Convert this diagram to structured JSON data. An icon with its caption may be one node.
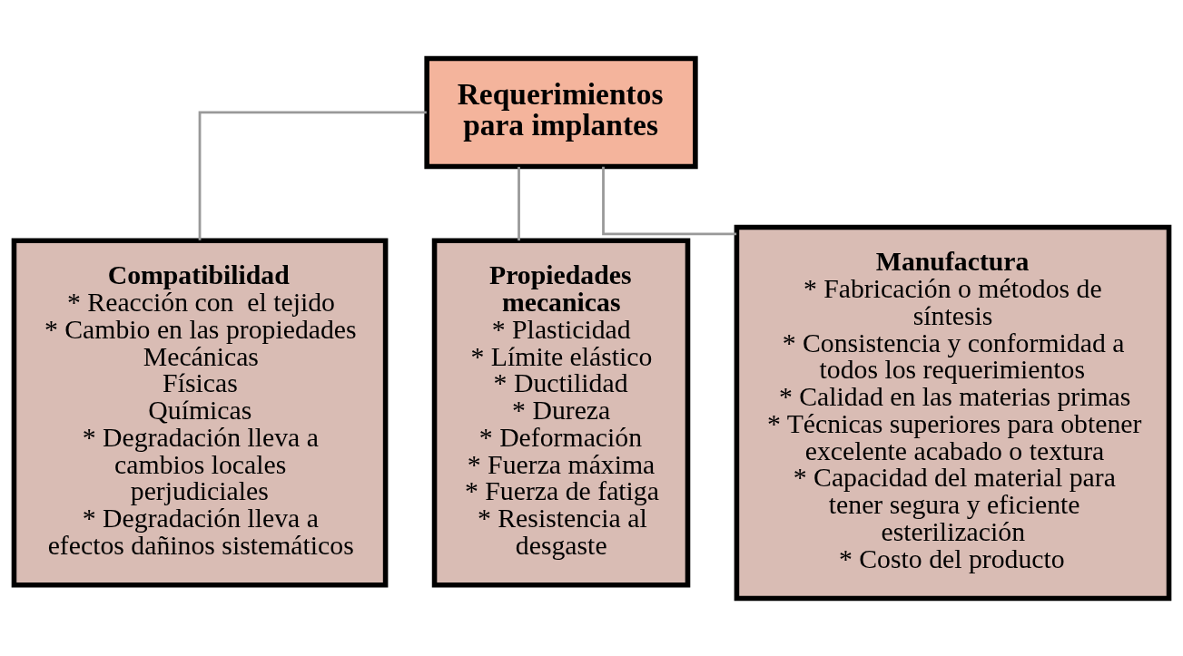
{
  "diagram": {
    "nodes": [
      {
        "text": [
          "Requerimientos para implantes"
        ]
      },
      {
        "text": [
          "Compatibilidad",
          "* Reacción con  el tejido",
          "* Cambio en las propiedades",
          "Mecánicas",
          "Físicas",
          "Químicas",
          "* Degradación lleva a cambios locales perjudiciales",
          "* Degradación lleva a efectos dañinos sistemáticos"
        ]
      },
      {
        "text": [
          "Propiedades mecanicas",
          "* Plasticidad",
          "* Límite elástico",
          "* Ductilidad",
          "* Dureza",
          "* Deformación",
          "* Fuerza máxima",
          "* Fuerza de fatiga",
          "* Resistencia al desgaste"
        ]
      },
      {
        "text": [
          "Manufactura",
          "* Fabricación o métodos de síntesis",
          "* Consistencia y conformidad a todos los requerimientos",
          "* Calidad en las materias primas",
          "* Técnicas superiores para obtener excelente acabado o textura",
          "* Capacidad del material para tener segura y eficiente esterilización",
          "* Costo del producto"
        ]
      }
    ],
    "edges": [
      {
        "from": 0,
        "to": 1,
        "arrow": "none"
      },
      {
        "from": 0,
        "to": 2,
        "arrow": "none"
      },
      {
        "from": 0,
        "to": 3,
        "arrow": "none"
      }
    ]
  }
}
